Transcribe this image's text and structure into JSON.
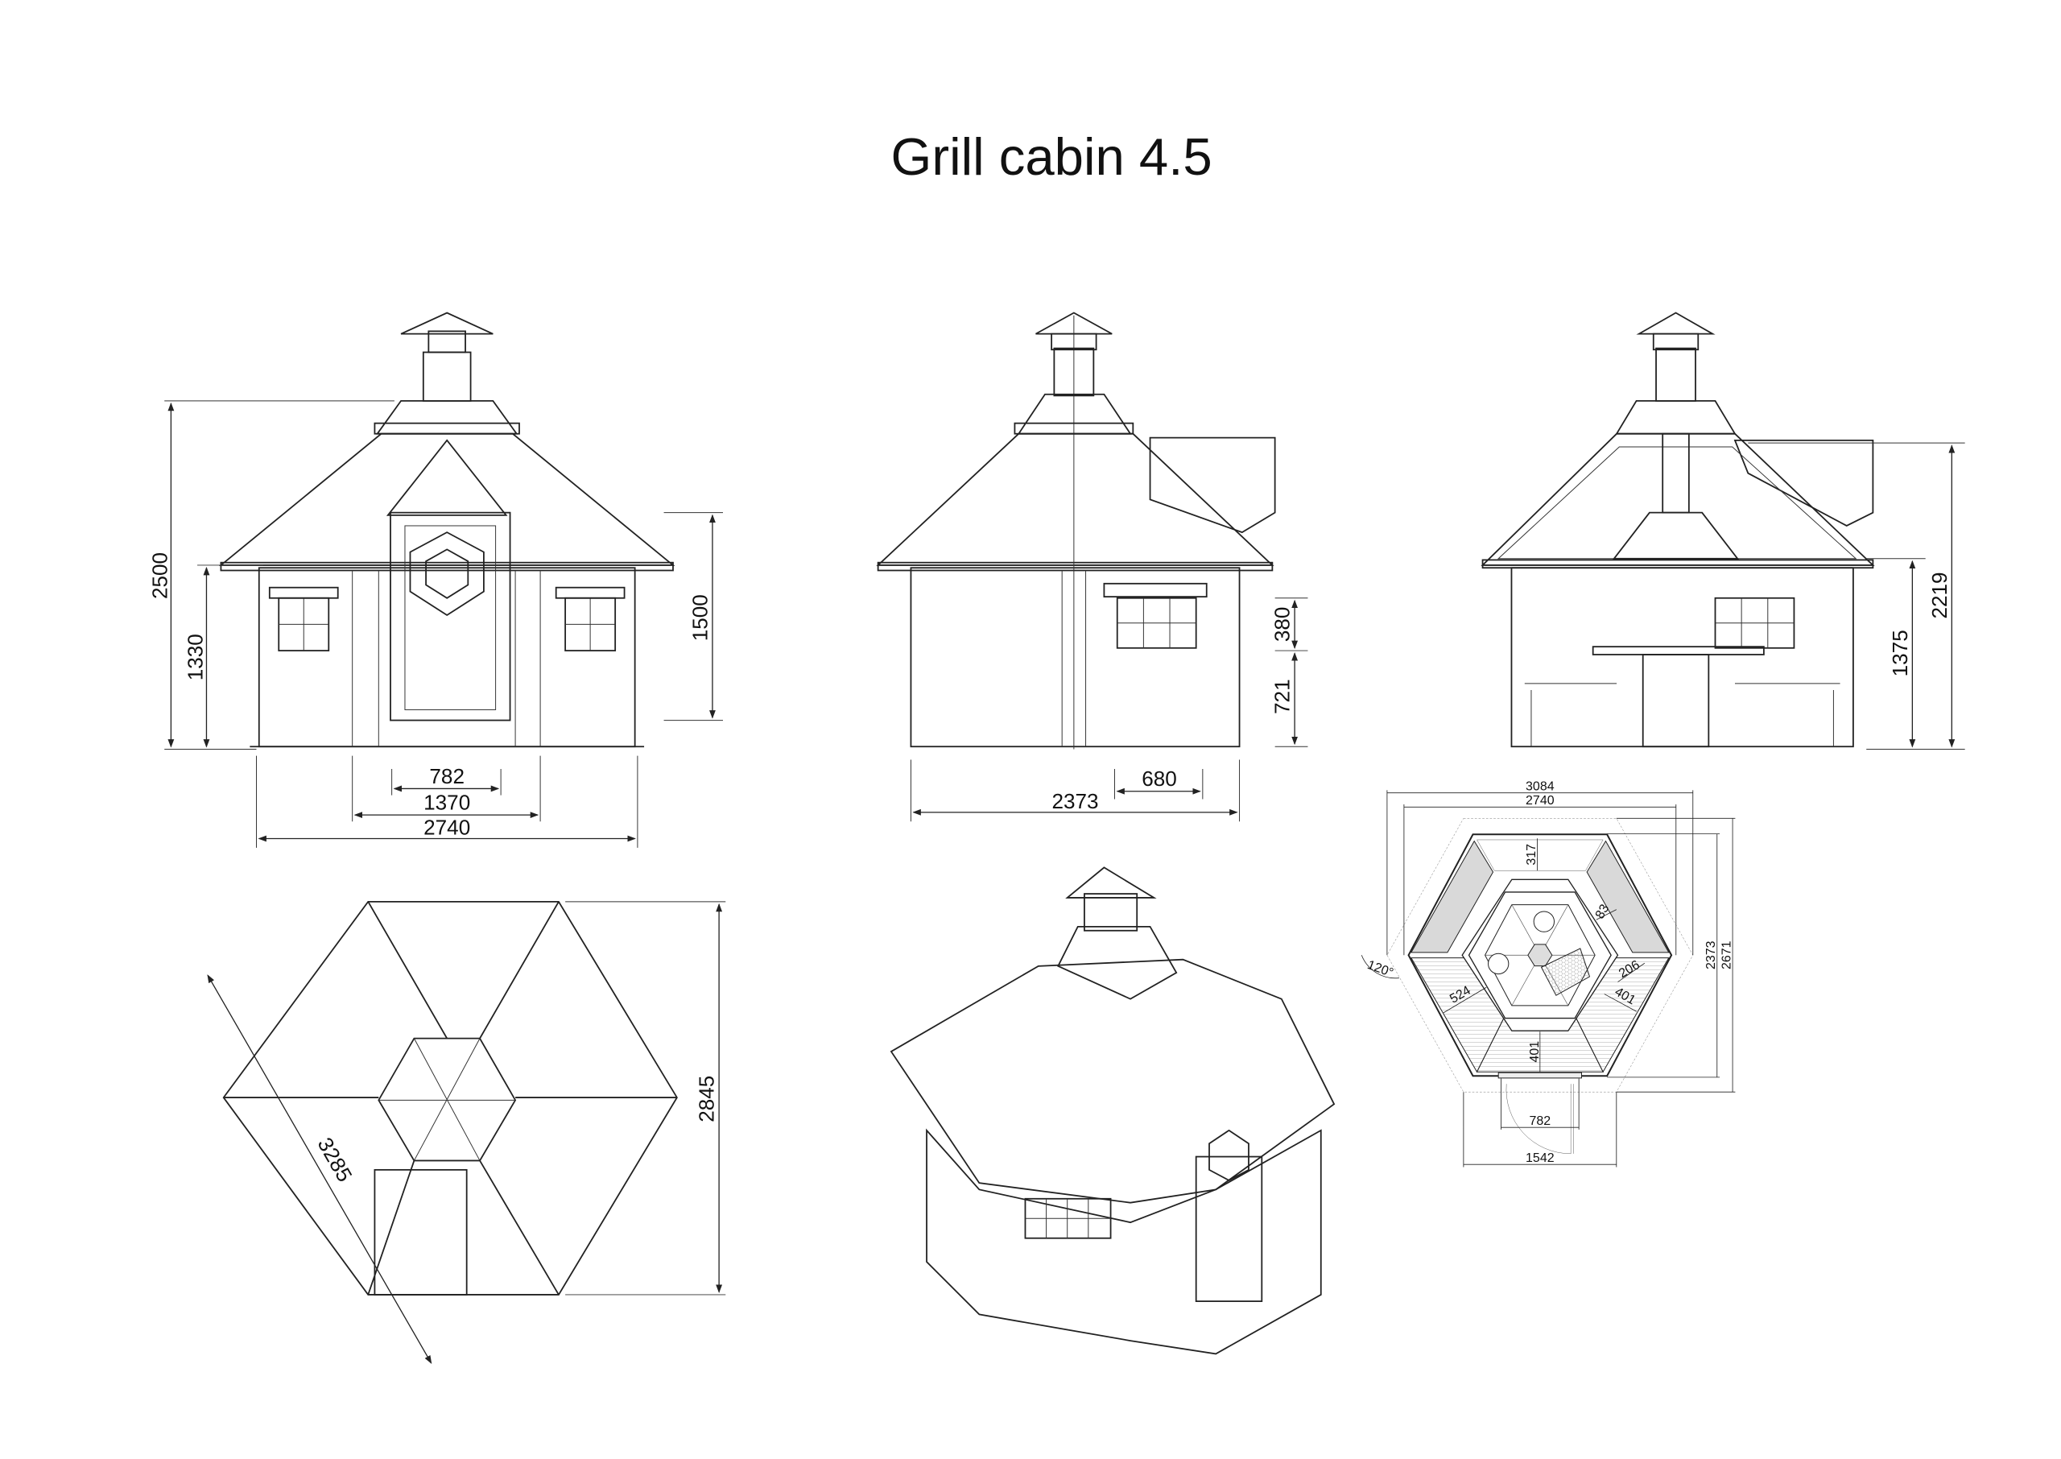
{
  "title": "Grill cabin 4.5",
  "front_elevation": {
    "dims": [
      "2500",
      "1330",
      "1500",
      "782",
      "1370",
      "2740"
    ]
  },
  "side_elevation": {
    "dims": [
      "380",
      "721",
      "680",
      "2373"
    ]
  },
  "section_view": {
    "dims": [
      "2219",
      "1375"
    ]
  },
  "roof_plan": {
    "dims": [
      "2845",
      "3285"
    ]
  },
  "floor_plan": {
    "dims": [
      "3084",
      "2740",
      "2373",
      "2671",
      "317",
      "83",
      "206",
      "401",
      "524",
      "401",
      "120°",
      "782",
      "1542"
    ]
  },
  "colors": {
    "line": "#222222",
    "bench_fill": "#d9d9d9",
    "background": "#ffffff"
  }
}
